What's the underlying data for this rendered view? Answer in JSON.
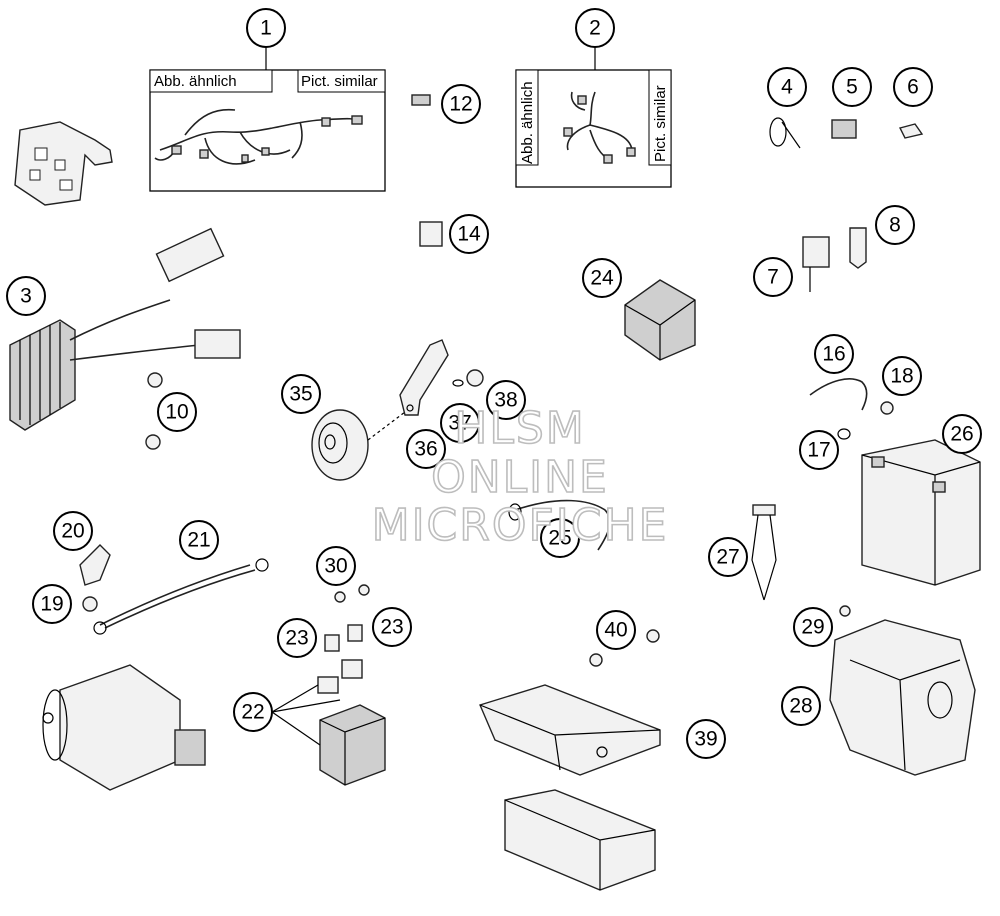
{
  "inset_labels": {
    "left_label": "Abb. ähnlich",
    "right_label": "Pict. similar"
  },
  "callouts": [
    "1",
    "2",
    "3",
    "4",
    "5",
    "6",
    "7",
    "8",
    "10",
    "12",
    "14",
    "16",
    "17",
    "18",
    "19",
    "20",
    "21",
    "22",
    "23",
    "23",
    "24",
    "25",
    "26",
    "27",
    "28",
    "29",
    "30",
    "35",
    "36",
    "37",
    "38",
    "39",
    "40"
  ],
  "watermark": {
    "line1": "HLSM",
    "line2": "ONLINE",
    "line3": "MICROFICHE"
  }
}
